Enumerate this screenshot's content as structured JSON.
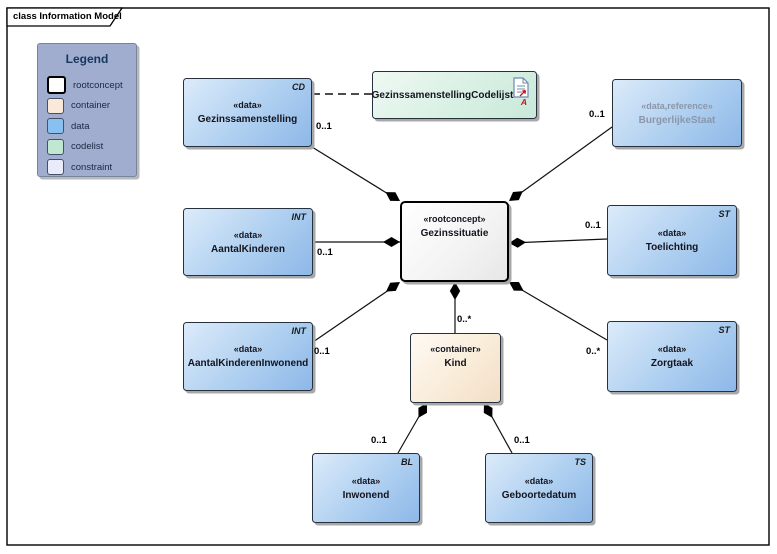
{
  "frame": {
    "title": "class Information Model"
  },
  "legend": {
    "title": "Legend",
    "items": [
      {
        "label": "rootconcept",
        "color": "#ffffff"
      },
      {
        "label": "container",
        "color": "#fae8d8"
      },
      {
        "label": "data",
        "color": "#88c0f2"
      },
      {
        "label": "codelist",
        "color": "#bfe7d2"
      },
      {
        "label": "constraint",
        "color": "#e9ebfa"
      }
    ]
  },
  "nodes": {
    "gezinssamenstelling": {
      "stereotype": "«data»",
      "name": "Gezinssamenstelling",
      "type_label": "CD"
    },
    "codelijst": {
      "name": "GezinssamenstellingCodelijst",
      "abstract_label": "A",
      "icon": "document-icon"
    },
    "burgerlijkestaat": {
      "stereotype": "«data,reference»",
      "name": "BurgerlijkeStaat"
    },
    "aantalkinderen": {
      "stereotype": "«data»",
      "name": "AantalKinderen",
      "type_label": "INT"
    },
    "gezinssituatie": {
      "stereotype": "«rootconcept»",
      "name": "Gezinssituatie"
    },
    "toelichting": {
      "stereotype": "«data»",
      "name": "Toelichting",
      "type_label": "ST"
    },
    "aantalkindereninwonend": {
      "stereotype": "«data»",
      "name": "AantalKinderenInwonend",
      "type_label": "INT"
    },
    "kind": {
      "stereotype": "«container»",
      "name": "Kind"
    },
    "zorgtaak": {
      "stereotype": "«data»",
      "name": "Zorgtaak",
      "type_label": "ST"
    },
    "inwonend": {
      "stereotype": "«data»",
      "name": "Inwonend",
      "type_label": "BL"
    },
    "geboortedatum": {
      "stereotype": "«data»",
      "name": "Geboortedatum",
      "type_label": "TS"
    }
  },
  "edges": [
    {
      "from": "Gezinssamenstelling",
      "to": "Gezinssituatie",
      "kind": "composition",
      "multiplicity": "0..1"
    },
    {
      "from": "BurgerlijkeStaat",
      "to": "Gezinssituatie",
      "kind": "composition",
      "multiplicity": "0..1"
    },
    {
      "from": "AantalKinderen",
      "to": "Gezinssituatie",
      "kind": "composition",
      "multiplicity": "0..1"
    },
    {
      "from": "Toelichting",
      "to": "Gezinssituatie",
      "kind": "composition",
      "multiplicity": "0..1"
    },
    {
      "from": "AantalKinderenInwonend",
      "to": "Gezinssituatie",
      "kind": "composition",
      "multiplicity": "0..1"
    },
    {
      "from": "Zorgtaak",
      "to": "Gezinssituatie",
      "kind": "composition",
      "multiplicity": "0..*"
    },
    {
      "from": "Kind",
      "to": "Gezinssituatie",
      "kind": "composition",
      "multiplicity": "0..*"
    },
    {
      "from": "Inwonend",
      "to": "Kind",
      "kind": "composition",
      "multiplicity": "0..1"
    },
    {
      "from": "Geboortedatum",
      "to": "Kind",
      "kind": "composition",
      "multiplicity": "0..1"
    },
    {
      "from": "Gezinssamenstelling",
      "to": "GezinssamenstellingCodelijst",
      "kind": "dependency-dashed",
      "multiplicity": ""
    }
  ],
  "colors": {
    "frame_border": "#000000",
    "line": "#111111",
    "data_fill_light": "#dcebfa",
    "data_fill_dark": "#8db8e8",
    "codelist_fill_light": "#eef9f3",
    "codelist_fill_dark": "#c9e9da",
    "container_fill_light": "#fefaf4",
    "container_fill_dark": "#f3dec6",
    "rootconcept_fill_light": "#ffffff",
    "rootconcept_fill_dark": "#e7e7e7",
    "legend_bg": "#a0adcf",
    "reference_text_gray": "#8b97a8",
    "abstract_red": "#c01616"
  }
}
